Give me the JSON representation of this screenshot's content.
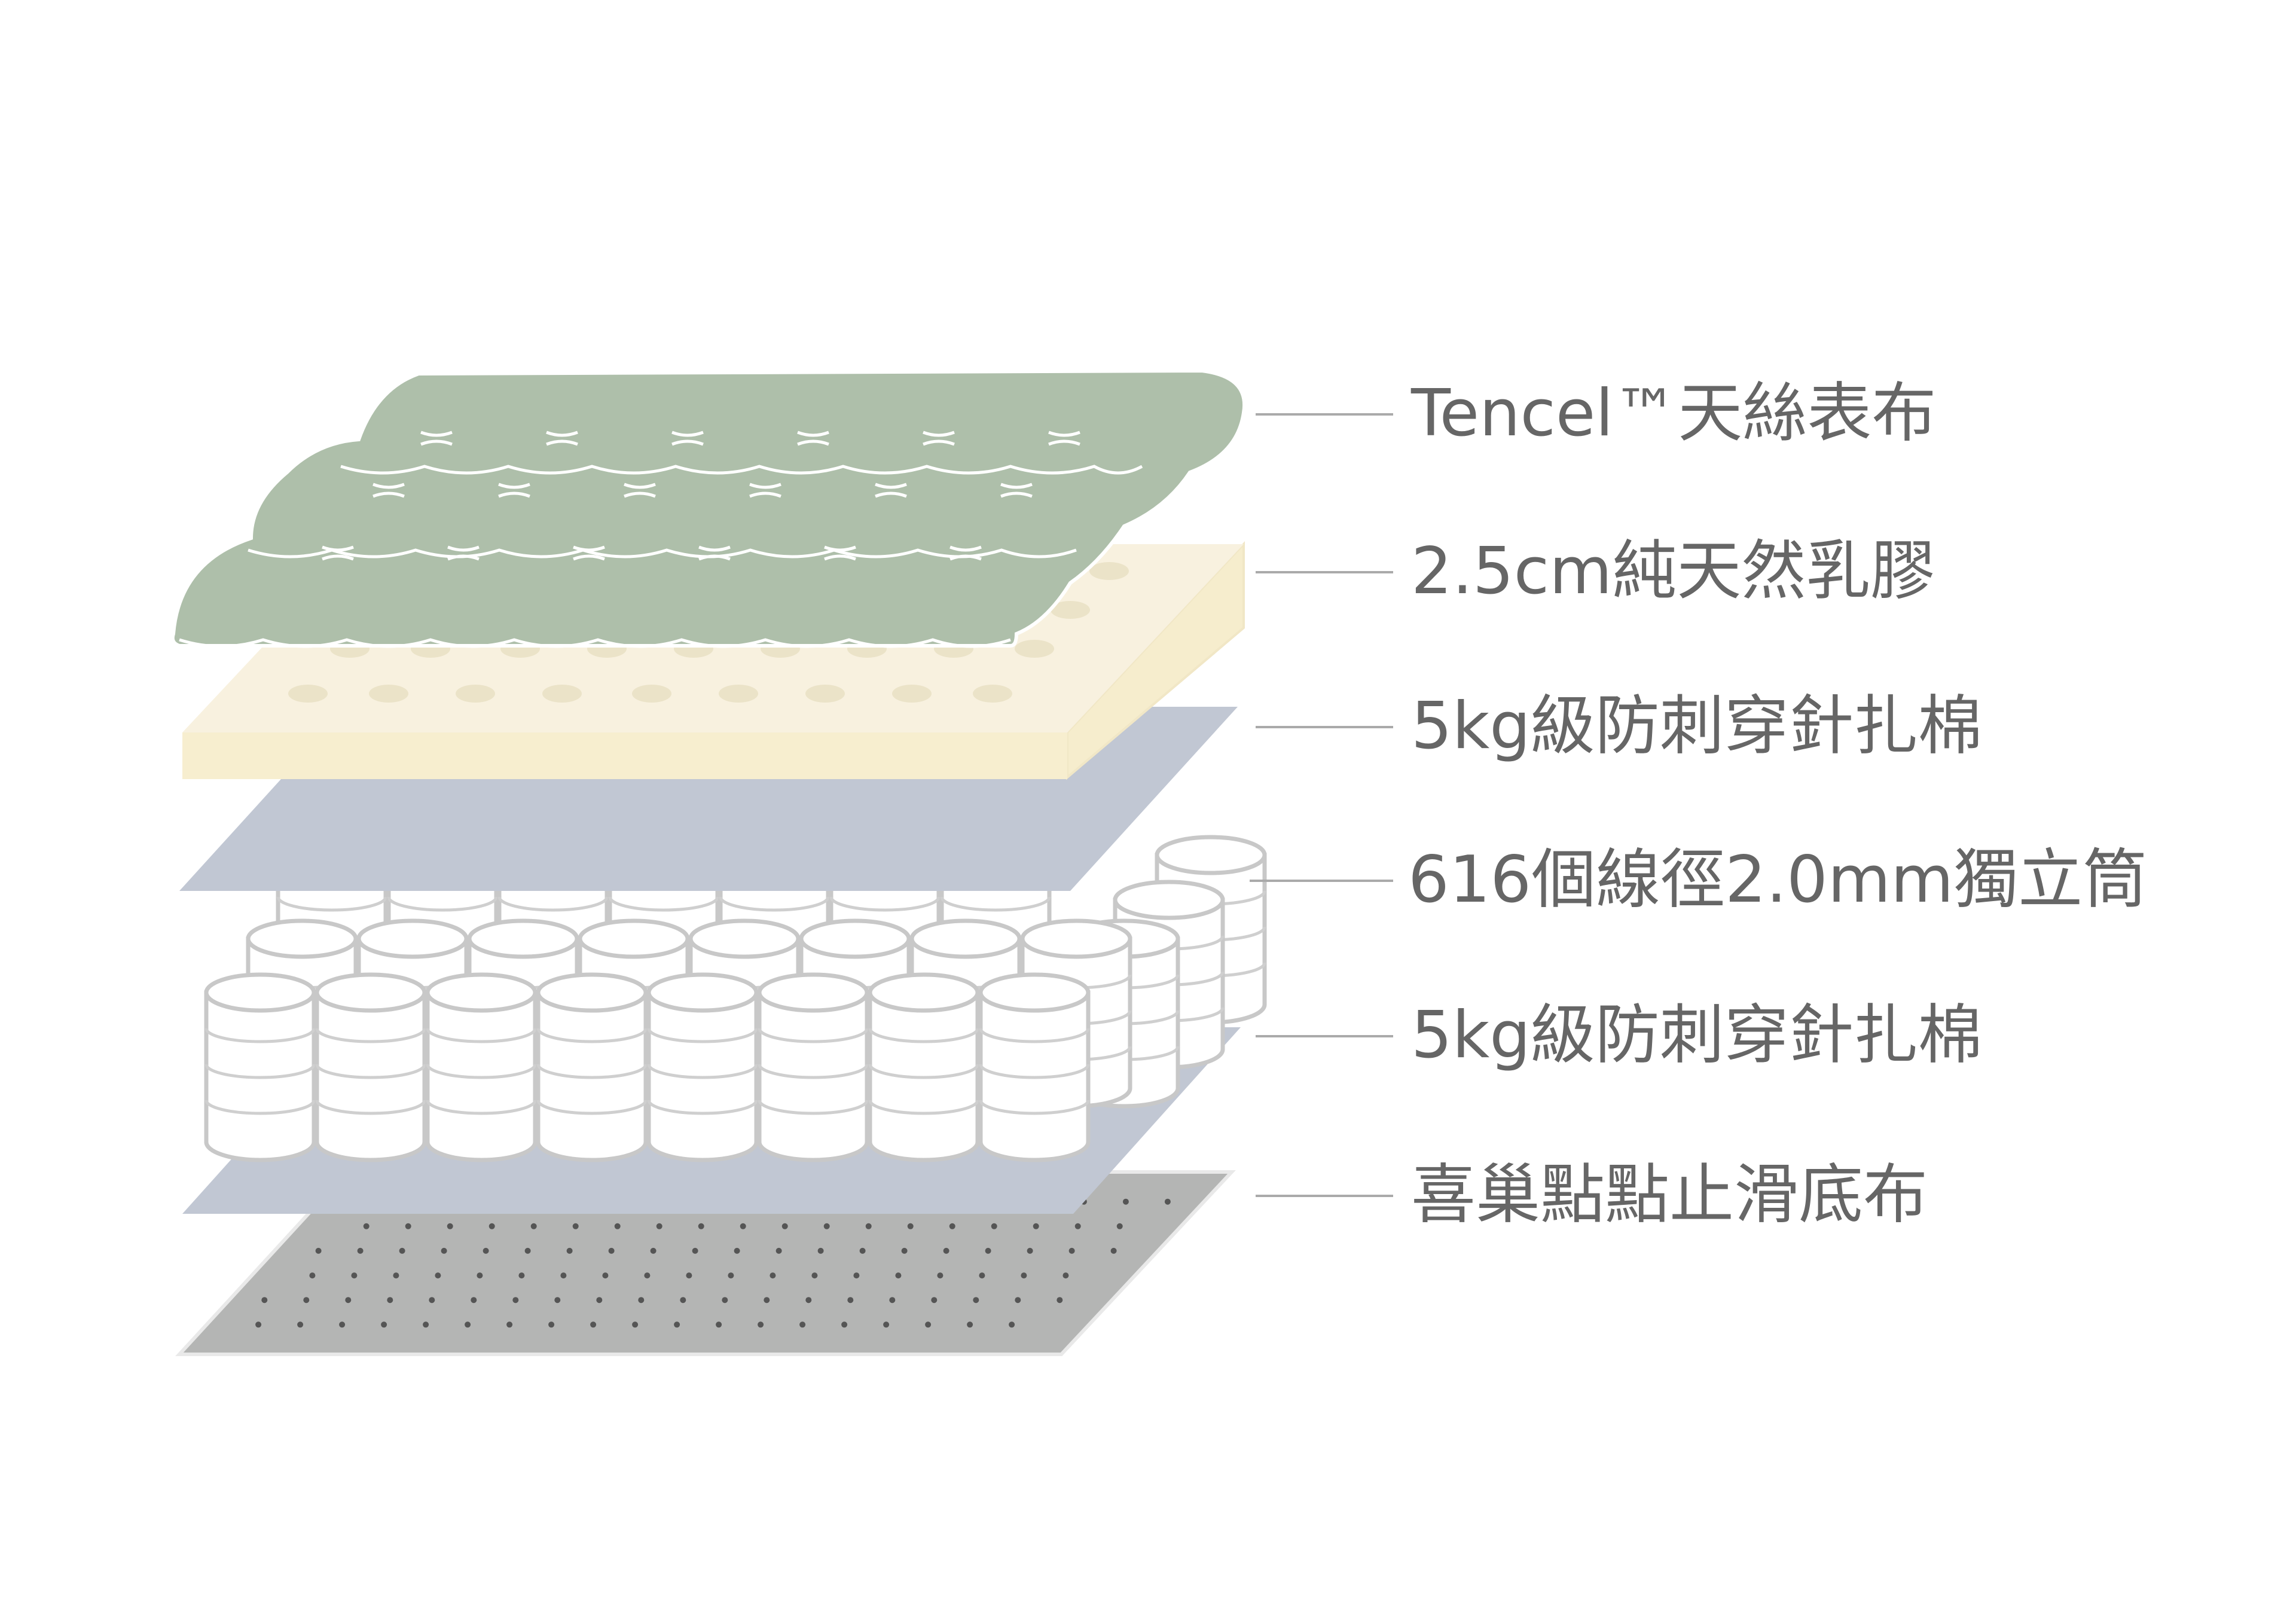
{
  "colors": {
    "cover_fabric": "#aebfaa",
    "cover_outline": "#ffffff",
    "latex": "#f8f1df",
    "latex_side": "#f6edcd",
    "latex_holes": "#ebe3c8",
    "felt": "#c1c7d3",
    "coil": "#ffffff",
    "coil_outline": "#c8c8c8",
    "base_fabric": "#b4b5b4",
    "base_dots": "#555555",
    "leader_line": "#aaaaaa",
    "label_text": "#666666"
  },
  "layers": [
    {
      "id": "cover",
      "label": "Tencel™天絲表布",
      "icon": "quilted-fabric-icon"
    },
    {
      "id": "latex",
      "label": "2.5cm純天然乳膠",
      "icon": "latex-foam-icon"
    },
    {
      "id": "felt-top",
      "label": "5kg級防刺穿針扎棉",
      "icon": "felt-pad-icon"
    },
    {
      "id": "springs",
      "label": "616個線徑2.0mm獨立筒",
      "icon": "pocket-coil-icon"
    },
    {
      "id": "felt-bottom",
      "label": "5kg級防刺穿針扎棉",
      "icon": "felt-pad-icon"
    },
    {
      "id": "base",
      "label": "喜巢點點止滑底布",
      "icon": "anti-slip-fabric-icon"
    }
  ]
}
